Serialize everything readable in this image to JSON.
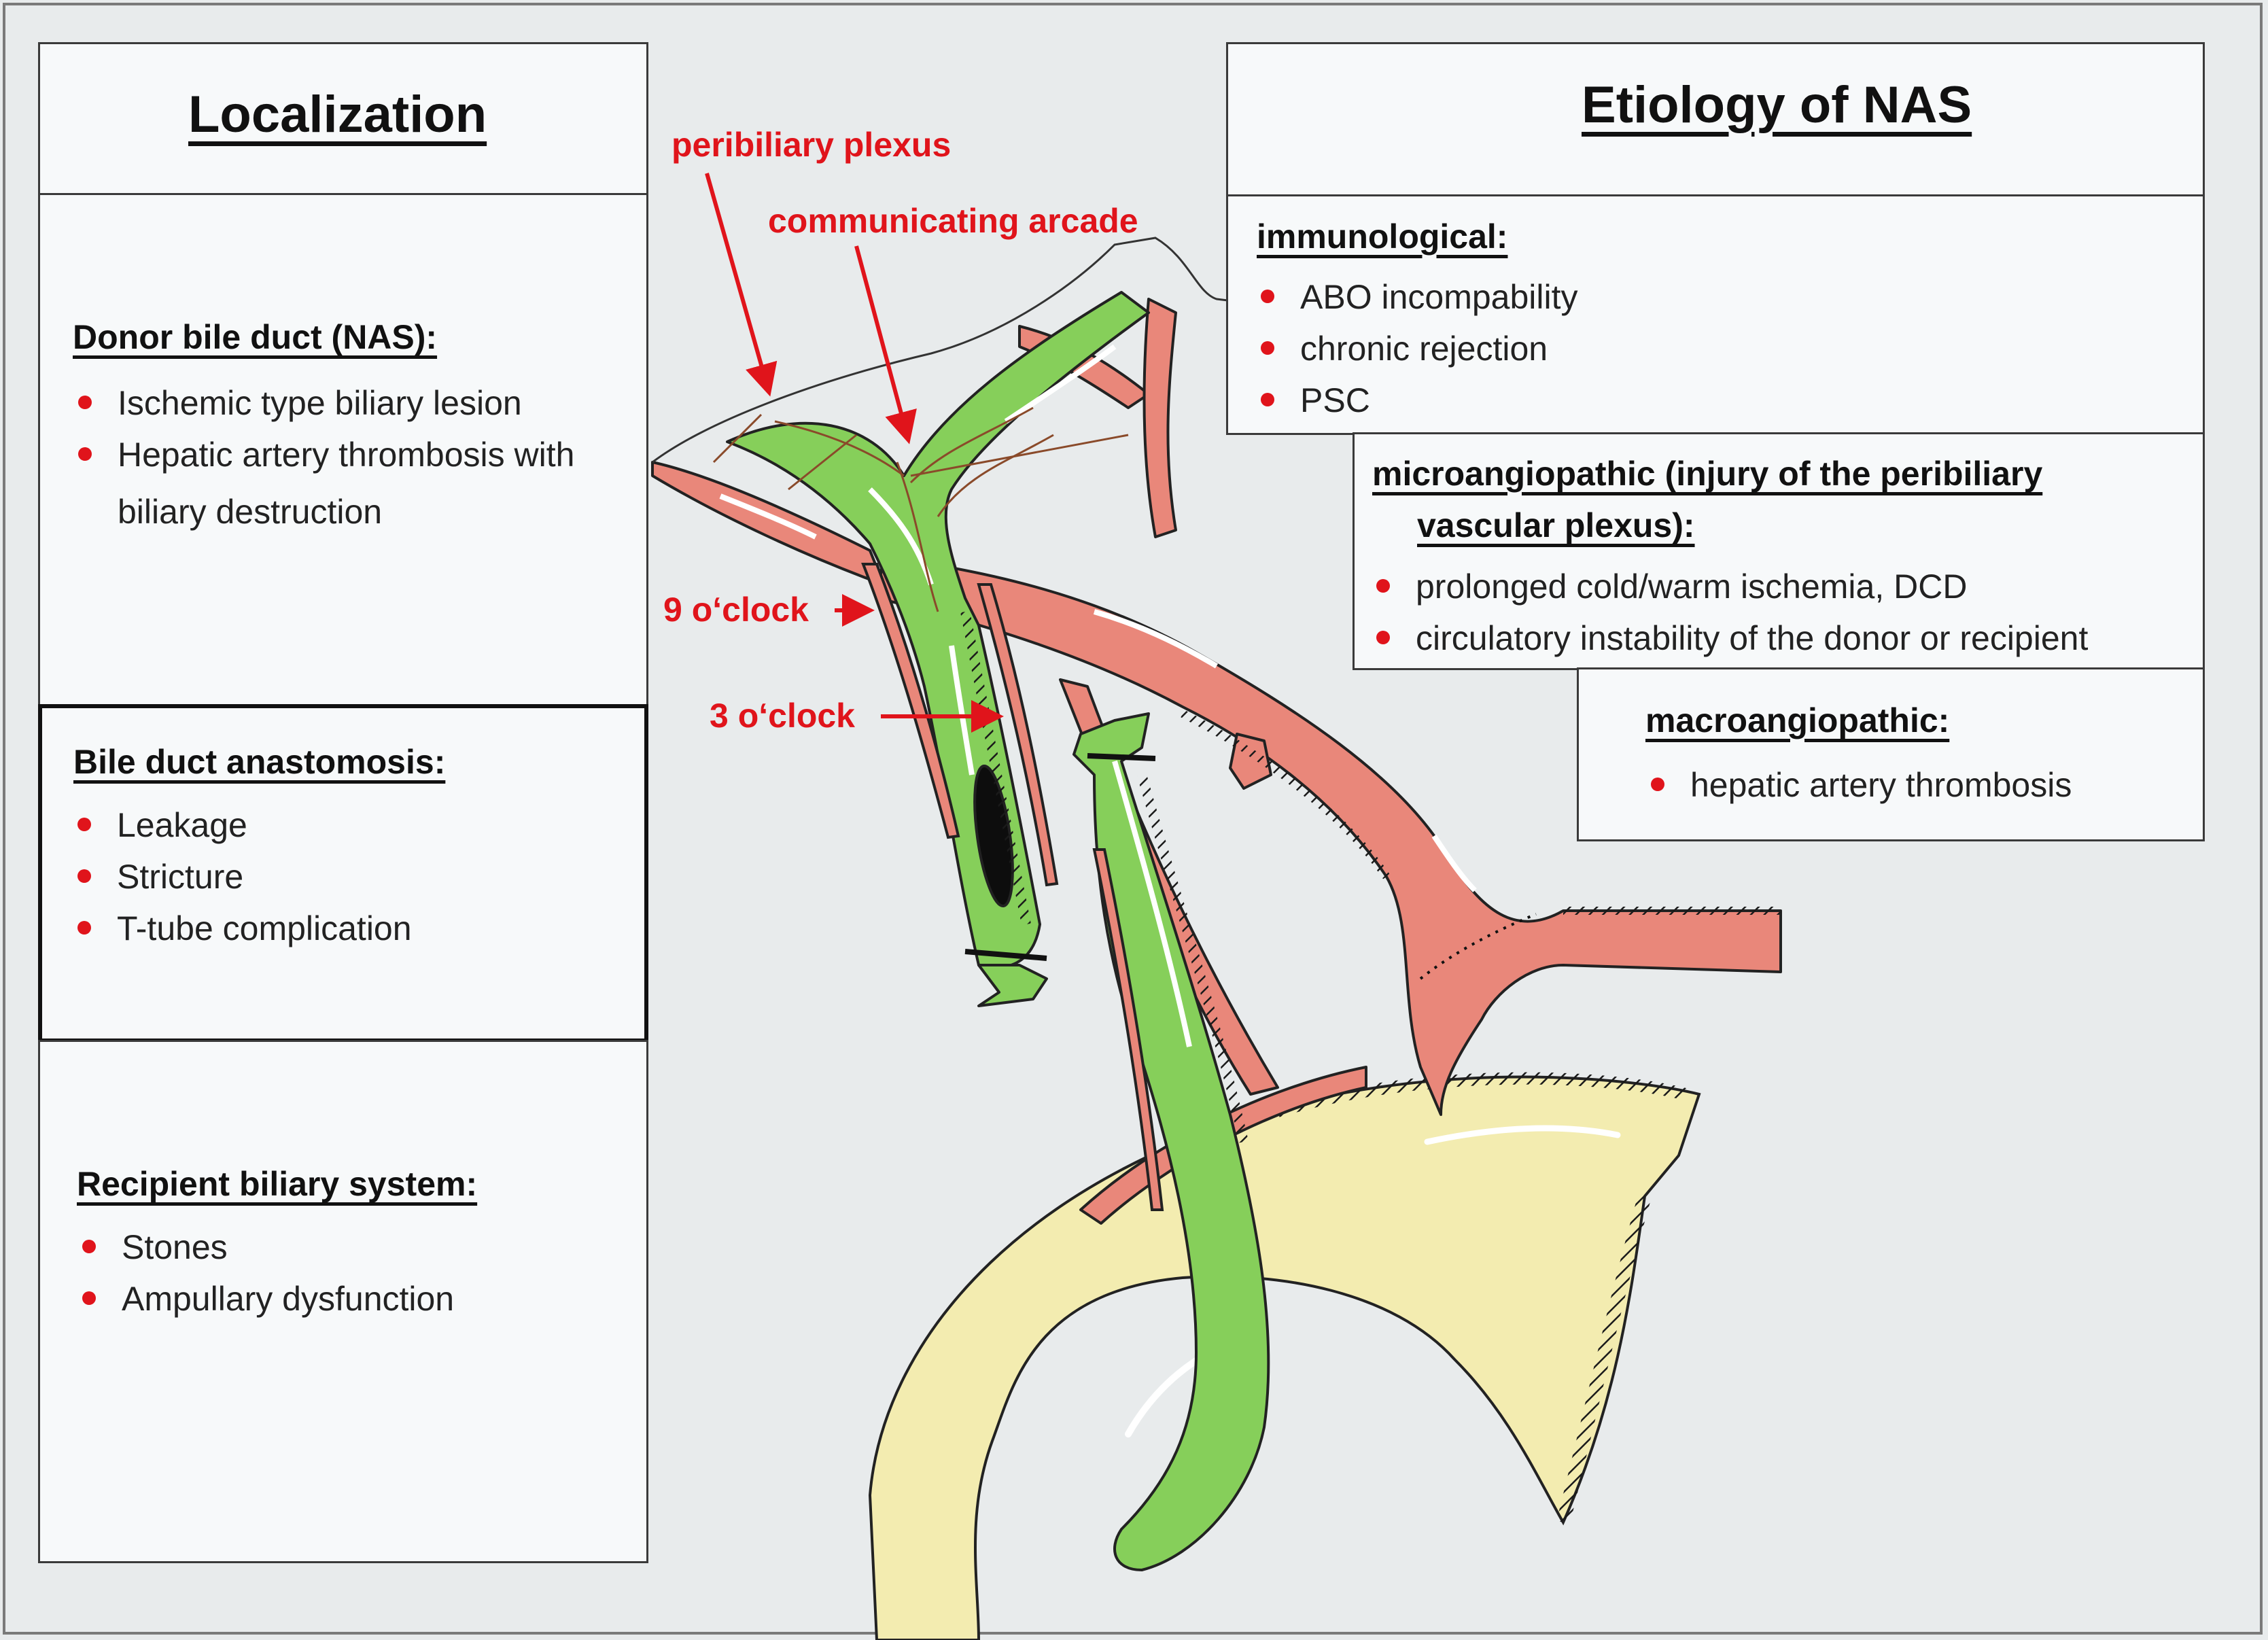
{
  "localization": {
    "title": "Localization",
    "donor": {
      "heading": "Donor bile duct (NAS):",
      "items": [
        "Ischemic type biliary lesion",
        "Hepatic artery thrombosis with",
        "biliary destruction"
      ]
    },
    "anastomosis": {
      "heading": "Bile duct anastomosis:",
      "items": [
        "Leakage",
        "Stricture",
        "T-tube complication"
      ]
    },
    "recipient": {
      "heading": "Recipient biliary system:",
      "items": [
        "Stones",
        "Ampullary dysfunction"
      ]
    }
  },
  "etiology": {
    "title": "Etiology of NAS",
    "immunological": {
      "heading": "immunological:",
      "items": [
        "ABO incompability",
        "chronic rejection",
        "PSC"
      ]
    },
    "microangiopathic": {
      "heading_line1": "microangiopathic (injury of the peribiliary",
      "heading_line2": "vascular plexus):",
      "items": [
        "prolonged cold/warm ischemia, DCD",
        "circulatory instability of the donor or recipient"
      ]
    },
    "macroangiopathic": {
      "heading": "macroangiopathic:",
      "items": [
        "hepatic artery thrombosis"
      ]
    }
  },
  "callouts": {
    "peribiliary": "peribiliary plexus",
    "communicating": "communicating arcade",
    "nine": "9 o‘clock",
    "three": "3 o‘clock"
  },
  "colors": {
    "bile_duct_green": "#86cf5a",
    "artery_salmon": "#e9877a",
    "duodenum_yellow": "#f3ecb0",
    "callout_red": "#e0141b"
  }
}
